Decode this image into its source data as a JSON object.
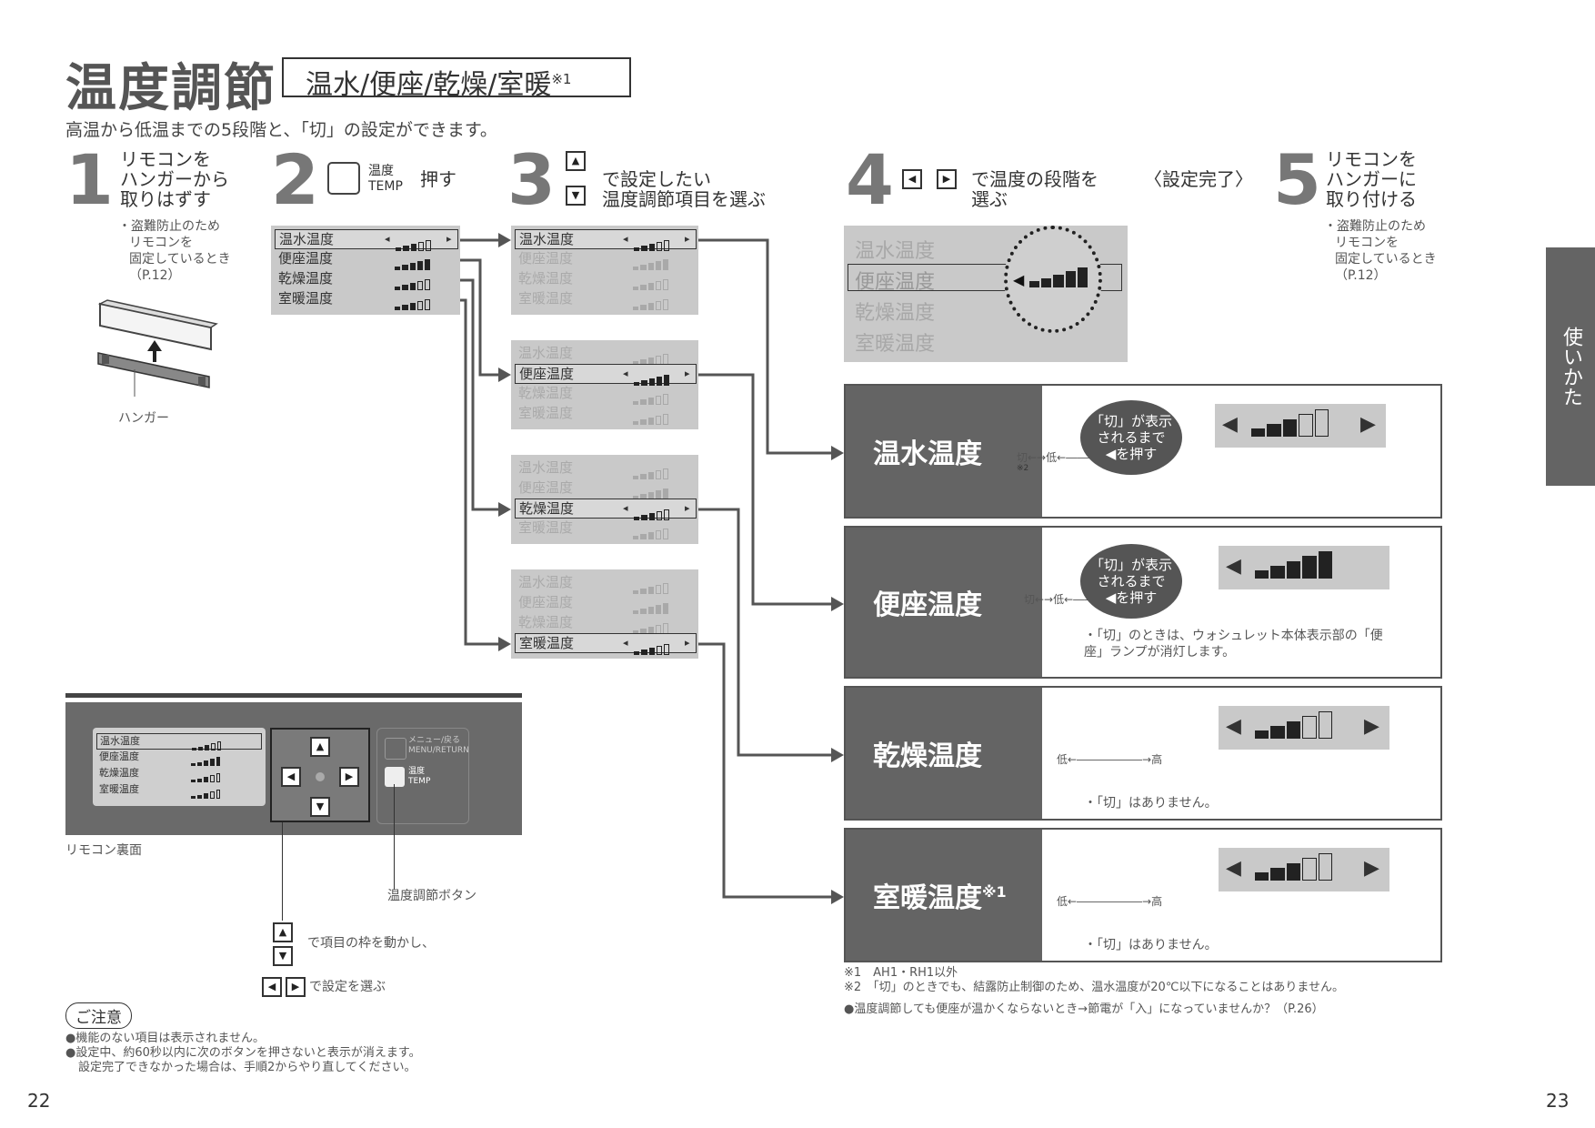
{
  "header": {
    "title": "温度調節",
    "subtitle": "温水/便座/乾燥/室暖",
    "subtitle_note": "※1",
    "intro": "高温から低温までの5段階と、「切」の設定ができます。"
  },
  "steps": {
    "s1": {
      "num": "1",
      "l1": "リモコンを",
      "l2": "ハンガーから",
      "l3": "取りはずす",
      "n1": "・盗難防止のため",
      "n2": "リモコンを",
      "n3": "固定しているとき",
      "n4": "（P.12）",
      "hanger": "ハンガー"
    },
    "s2": {
      "num": "2",
      "btn_l1": "温度",
      "btn_l2": "TEMP",
      "action": "押す"
    },
    "s3": {
      "num": "3",
      "l1": "で設定したい",
      "l2": "温度調節項目を選ぶ"
    },
    "s4": {
      "num": "4",
      "l1": "で温度の段階を",
      "l2": "選ぶ",
      "done": "〈設定完了〉"
    },
    "s5": {
      "num": "5",
      "l1": "リモコンを",
      "l2": "ハンガーに",
      "l3": "取り付ける",
      "n1": "・盗難防止のため",
      "n2": "リモコンを",
      "n3": "固定しているとき",
      "n4": "（P.12）"
    }
  },
  "menu": {
    "items": [
      "温水温度",
      "便座温度",
      "乾燥温度",
      "室暖温度"
    ],
    "levels": [
      3,
      5,
      3,
      3
    ]
  },
  "remote": {
    "label": "リモコン裏面",
    "menu_btn_l1": "メニュー/戻る",
    "menu_btn_l2": "MENU/RETURN",
    "temp_btn_l1": "温度",
    "temp_btn_l2": "TEMP",
    "callout_temp": "温度調節ボタン",
    "callout_updown": "で項目の枠を動かし、",
    "callout_lr": "で設定を選ぶ"
  },
  "panels": [
    {
      "name": "温水温度",
      "sup": "",
      "bubble": [
        "「切」が表示",
        "されるまで",
        "◀を押す"
      ],
      "scale": "切←→低←――――――→高",
      "scale_note": "※2",
      "note": "",
      "filled": 3,
      "total": 5
    },
    {
      "name": "便座温度",
      "sup": "",
      "bubble": [
        "「切」が表示",
        "されるまで",
        "◀を押す"
      ],
      "scale": "切←→低←――――――→高",
      "scale_note": "",
      "note": "・「切」のときは、ウォシュレット本体表示部の「便座」ランプが消灯します。",
      "filled": 5,
      "total": 5
    },
    {
      "name": "乾燥温度",
      "sup": "",
      "bubble": [],
      "scale": "低←――――――→高",
      "scale_note": "",
      "note": "・「切」はありません。",
      "filled": 3,
      "total": 5
    },
    {
      "name": "室暖温度",
      "sup": "※1",
      "bubble": [],
      "scale": "低←――――――→高",
      "scale_note": "",
      "note": "・「切」はありません。",
      "filled": 3,
      "total": 5
    }
  ],
  "footnotes": {
    "f1": "※1　AH1・RH1以外",
    "f2": "※2　「切」のときでも、結露防止制御のため、温水温度が20℃以下になることはありません。",
    "f3": "●温度調節しても便座が温かくならないとき→節電が「入」になっていませんか？（P.26）"
  },
  "caution": {
    "label": "ご注意",
    "c1": "●機能のない項目は表示されません。",
    "c2": "●設定中、約60秒以内に次のボタンを押さないと表示が消えます。",
    "c3": "設定完了できなかった場合は、手順2からやり直してください。"
  },
  "side_tab": "使いかた",
  "page_left": "22",
  "page_right": "23"
}
